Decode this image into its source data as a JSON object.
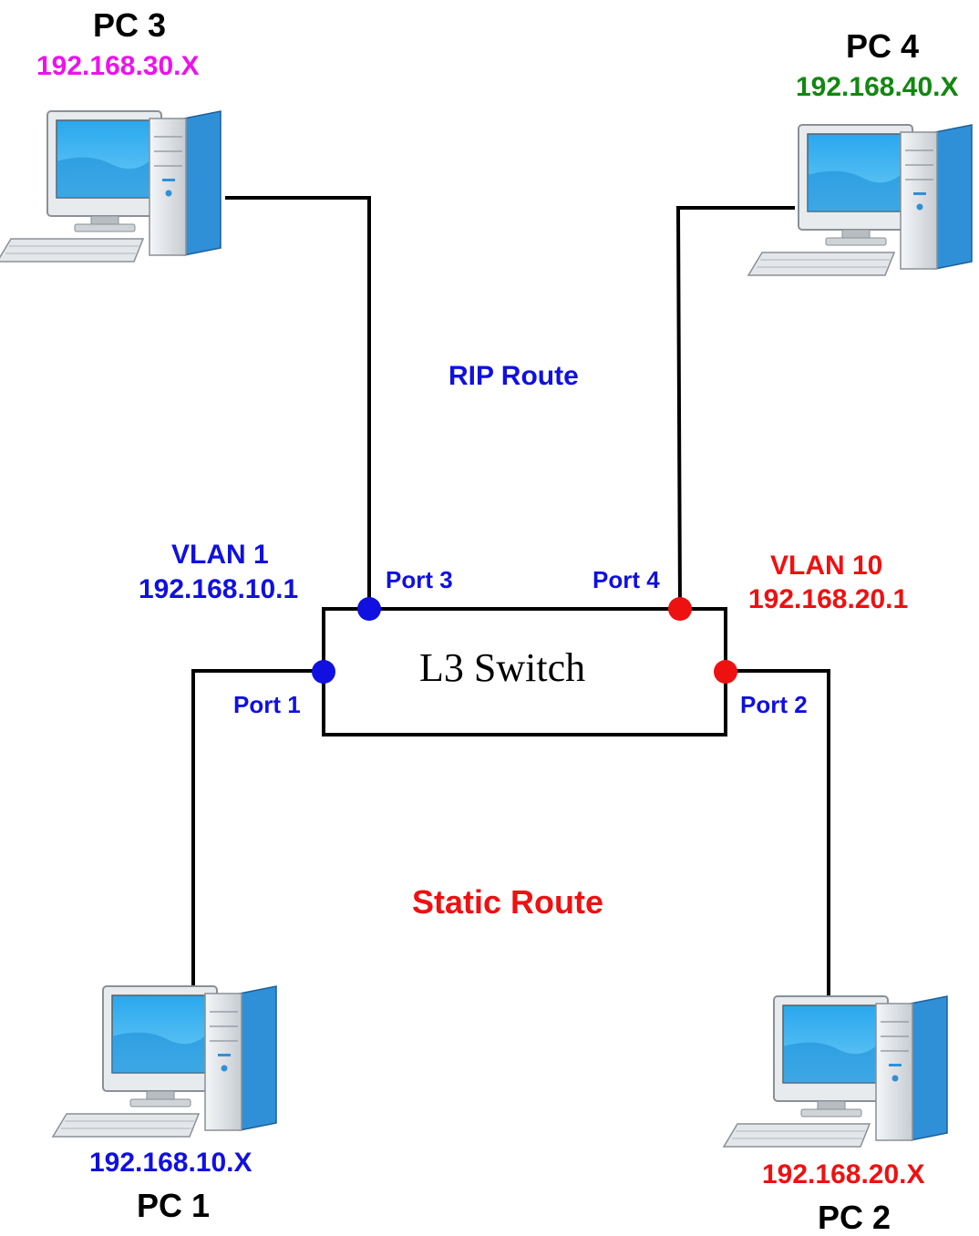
{
  "switch": {
    "label": "L3 Switch"
  },
  "routes": {
    "rip": "RIP Route",
    "static": "Static Route"
  },
  "vlans": {
    "vlan1": {
      "name": "VLAN 1",
      "ip": "192.168.10.1"
    },
    "vlan10": {
      "name": "VLAN 10",
      "ip": "192.168.20.1"
    }
  },
  "ports": {
    "p1": "Port 1",
    "p2": "Port 2",
    "p3": "Port 3",
    "p4": "Port 4"
  },
  "pcs": {
    "pc1": {
      "name": "PC 1",
      "ip": "192.168.10.X"
    },
    "pc2": {
      "name": "PC 2",
      "ip": "192.168.20.X"
    },
    "pc3": {
      "name": "PC 3",
      "ip": "192.168.30.X"
    },
    "pc4": {
      "name": "PC 4",
      "ip": "192.168.40.X"
    }
  },
  "colors": {
    "vlan1": "#1010e0",
    "vlan10": "#ee1111",
    "pc3_ip": "#ee11ee",
    "pc4_ip": "#118811",
    "wire": "#000000"
  }
}
